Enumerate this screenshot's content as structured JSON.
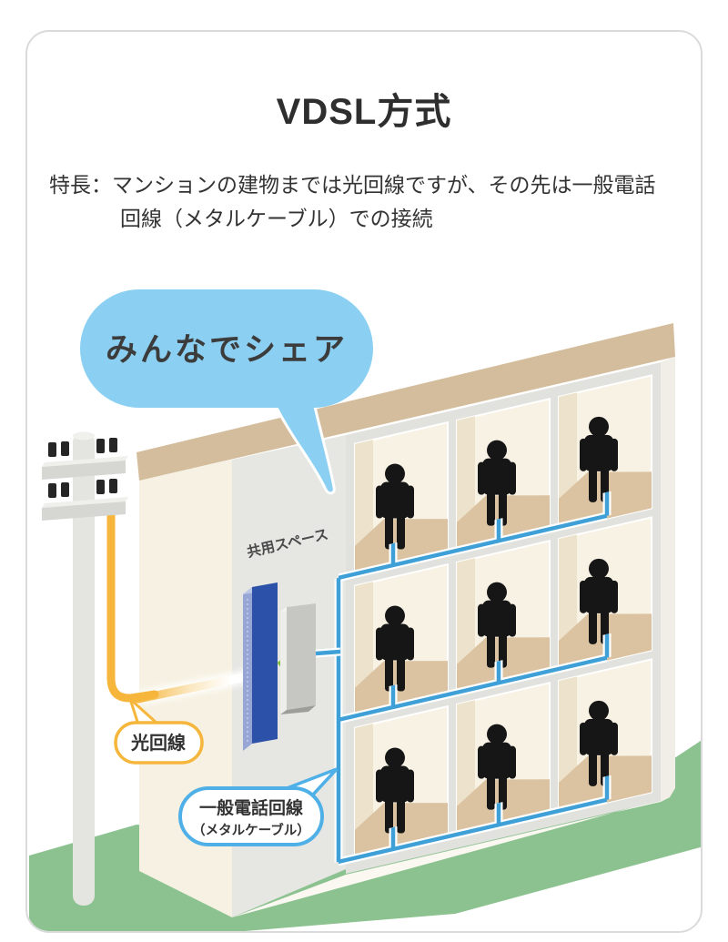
{
  "card": {
    "title": "VDSL方式",
    "description": {
      "line1": "特長：マンションの建物までは光回線ですが、その先は一般電話",
      "line2": "回線（メタルケーブル）での接続"
    }
  },
  "diagram": {
    "speech_bubble_label": "みんなでシェア",
    "shared_space_label": "共用スペース",
    "optical_line_label": "光回線",
    "phone_line_label": {
      "line1": "一般電話回線",
      "line2": "（メタルケーブル）"
    },
    "building": {
      "rows": 3,
      "cols": 3,
      "occupant_count": 9
    },
    "colors": {
      "bubble_blue": "#8BD0F2",
      "optical_yellow": "#F5B63B",
      "metal_cable_blue": "#3FA0D8",
      "equipment_blue": "#2B52A8",
      "ground_green": "#8CC290",
      "roof_tan": "#D4BD9C"
    }
  }
}
